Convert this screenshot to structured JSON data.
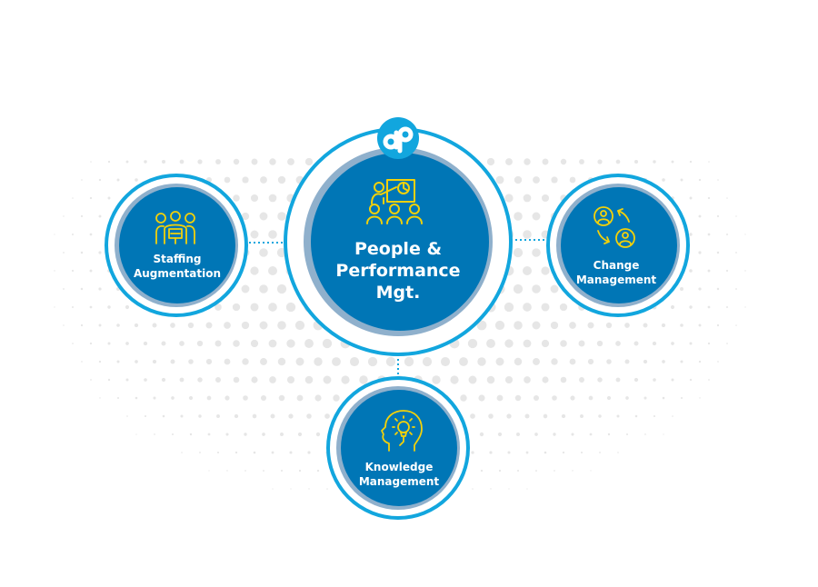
{
  "diagram": {
    "title": "People & Performance Mgt.",
    "logo": {
      "text": "dp",
      "icon": "dp-logo-icon"
    },
    "colors": {
      "primary_blue": "#0076b6",
      "ring_blue": "#12a6de",
      "inner_border": "#8fb0cc",
      "icon_yellow": "#f2d10a",
      "dot_gray": "#e6e6e6",
      "text": "#ffffff"
    },
    "center_node": {
      "label_lines": [
        "People &",
        "Performance",
        "Mgt."
      ],
      "icon": "presentation-audience-icon"
    },
    "nodes": [
      {
        "id": "staffing",
        "label_lines": [
          "Staffing",
          "Augmentation"
        ],
        "icon": "team-group-icon",
        "position": "left"
      },
      {
        "id": "change",
        "label_lines": [
          "Change",
          "Management"
        ],
        "icon": "user-swap-cycle-icon",
        "position": "right"
      },
      {
        "id": "knowledge",
        "label_lines": [
          "Knowledge",
          "Management"
        ],
        "icon": "head-lightbulb-icon",
        "position": "bottom"
      }
    ],
    "connectors": [
      {
        "from": "center",
        "to": "staffing",
        "style": "dotted"
      },
      {
        "from": "center",
        "to": "change",
        "style": "dotted"
      },
      {
        "from": "center",
        "to": "knowledge",
        "style": "dotted"
      }
    ]
  }
}
